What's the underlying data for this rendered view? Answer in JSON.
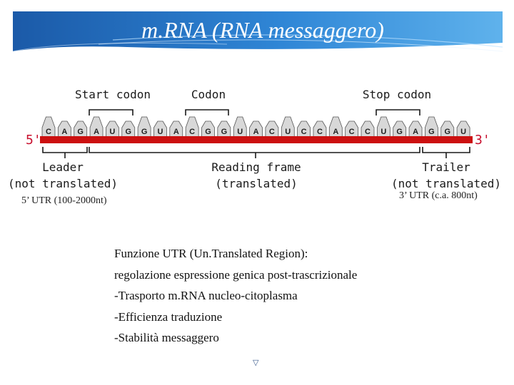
{
  "slide": {
    "title": "m.RNA (RNA messaggero)",
    "page_mark": "▽"
  },
  "diagram": {
    "bases": [
      "C",
      "A",
      "G",
      "A",
      "U",
      "G",
      "G",
      "U",
      "A",
      "C",
      "G",
      "G",
      "U",
      "A",
      "C",
      "U",
      "C",
      "C",
      "A",
      "C",
      "C",
      "U",
      "G",
      "A",
      "G",
      "G",
      "U"
    ],
    "labels": {
      "start_codon": "Start codon",
      "codon": "Codon",
      "stop_codon": "Stop codon",
      "five_prime": "5'",
      "three_prime": "3'",
      "leader_1": "Leader",
      "leader_2": "(not translated)",
      "reading_frame_1": "Reading frame",
      "reading_frame_2": "(translated)",
      "trailer_1": "Trailer",
      "trailer_2": "(not translated)"
    },
    "utr": {
      "five": "5’ UTR (100-2000nt)",
      "three": "3’ UTR (c.a. 800nt)"
    },
    "colors": {
      "strand": "#cc1010",
      "base_fill": "#d8d8d8",
      "base_stroke": "#555555",
      "prime": "#c8102e"
    }
  },
  "info": {
    "lines": [
      "Funzione UTR (Un.Translated Region):",
      "regolazione espressione genica post-trascrizionale",
      "-Trasporto m.RNA nucleo-citoplasma",
      "-Efficienza traduzione",
      "-Stabilità messaggero"
    ]
  }
}
